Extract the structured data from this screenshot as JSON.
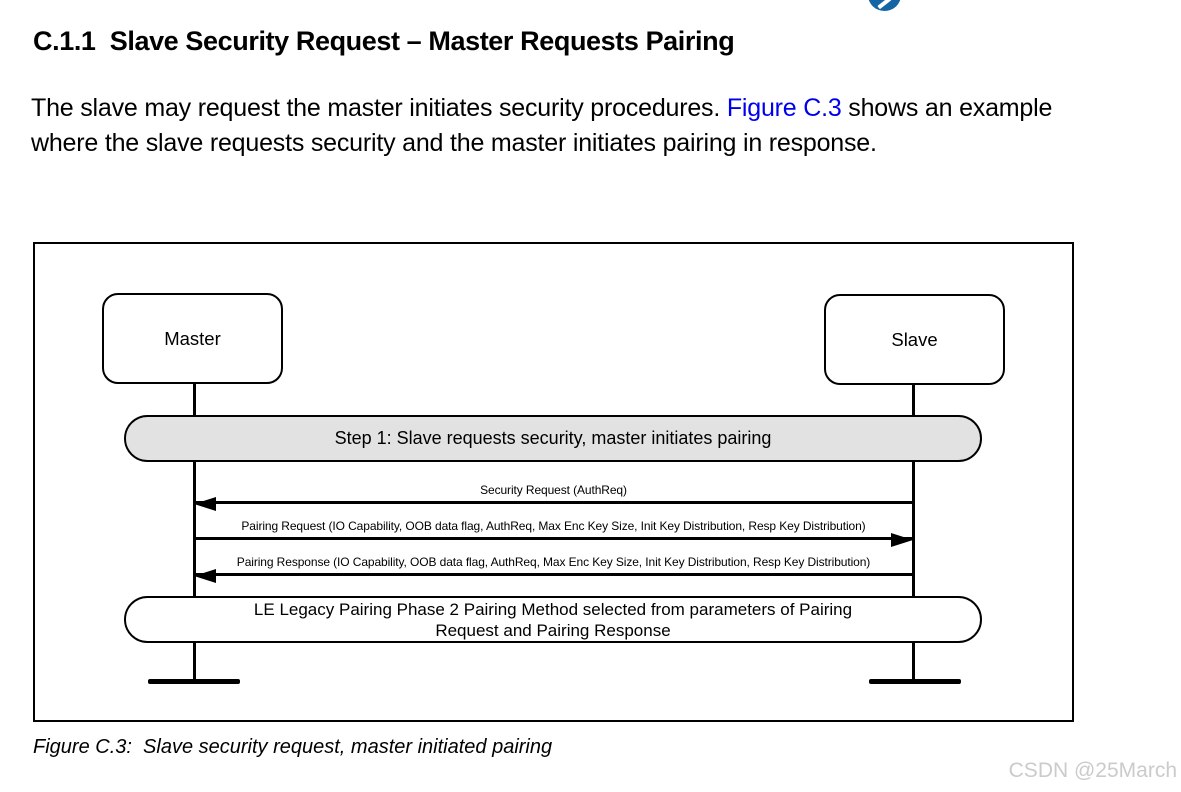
{
  "header": {
    "heading": "C.1.1  Slave Security Request – Master Requests Pairing"
  },
  "paragraph": {
    "text_before_link": "The slave may request the master initiates security procedures. ",
    "link_text": "Figure C.3",
    "text_after_link": " shows an example where the slave requests security and the master initiates pairing in response."
  },
  "figure": {
    "actors": [
      {
        "label": "Master"
      },
      {
        "label": "Slave"
      }
    ],
    "banners": [
      {
        "label": "Step 1: Slave requests security, master initiates pairing",
        "fill": "#e2e2e2"
      },
      {
        "label": "LE Legacy Pairing Phase 2 Pairing Method selected from parameters of Pairing Request and Pairing Response",
        "fill": "#ffffff"
      }
    ],
    "messages": [
      {
        "label": "Security Request (AuthReq)",
        "direction": "left",
        "from": "Slave",
        "to": "Master"
      },
      {
        "label": "Pairing Request (IO Capability, OOB data flag, AuthReq, Max Enc Key Size, Init Key Distribution, Resp Key Distribution)",
        "direction": "right",
        "from": "Master",
        "to": "Slave"
      },
      {
        "label": "Pairing Response (IO Capability, OOB data flag, AuthReq, Max Enc Key Size, Init Key Distribution, Resp Key Distribution)",
        "direction": "left",
        "from": "Slave",
        "to": "Master"
      }
    ],
    "caption": "Figure C.3:  Slave security request, master initiated pairing"
  },
  "overlay": {
    "watermark": "CSDN @25March",
    "floating_icon": "blue-circle-badge-icon"
  },
  "colors": {
    "link_blue": "#0000ee",
    "banner_gray": "#e2e2e2",
    "icon_blue": "#1565a5",
    "watermark_gray": "#cbcbcb"
  }
}
